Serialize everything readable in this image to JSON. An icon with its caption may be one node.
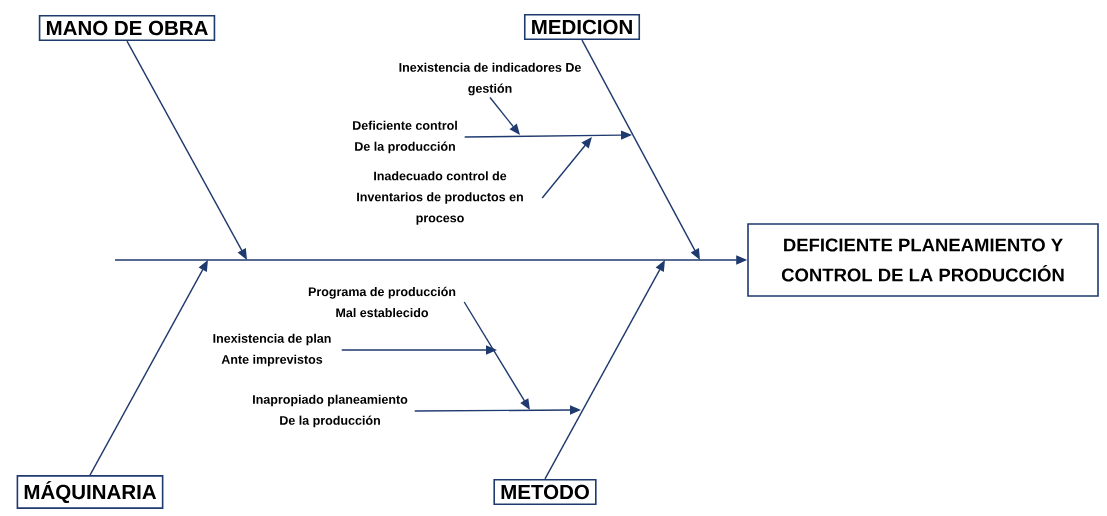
{
  "diagram": {
    "nodes": [
      {
        "text": [
          "MANO DE OBRA"
        ]
      },
      {
        "text": [
          "MEDICION"
        ]
      },
      {
        "text": [
          "DEFICIENTE PLANEAMIENTO Y CONTROL DE LA PRODUCCIÓN"
        ]
      },
      {
        "text": [
          "MÁQUINARIA"
        ]
      },
      {
        "text": [
          "METODO"
        ]
      },
      {
        "text": [
          "Inexistencia de indicadores De gestión"
        ]
      },
      {
        "text": [
          "Deficiente control De la producción"
        ]
      },
      {
        "text": [
          "Inadecuado control de Inventarios de productos en proceso"
        ]
      },
      {
        "text": [
          "Programa de producción Mal establecido"
        ]
      },
      {
        "text": [
          "Inexistencia de plan Ante imprevistos"
        ]
      },
      {
        "text": [
          "Inapropiado planeamiento De la producción"
        ]
      }
    ],
    "edges": [
      {
        "from": null,
        "to": 2,
        "arrow": "to"
      },
      {
        "from": 0,
        "to": null,
        "arrow": "to"
      },
      {
        "from": 1,
        "to": null,
        "arrow": "to"
      },
      {
        "from": 3,
        "to": null,
        "arrow": "to"
      },
      {
        "from": 4,
        "to": null,
        "arrow": "to"
      },
      {
        "from": 6,
        "to": null,
        "arrow": "to"
      },
      {
        "from": 5,
        "to": null,
        "arrow": "to"
      },
      {
        "from": 7,
        "to": null,
        "arrow": "to"
      },
      {
        "from": 9,
        "to": null,
        "arrow": "to"
      },
      {
        "from": 10,
        "to": null,
        "arrow": "to"
      },
      {
        "from": 8,
        "to": null,
        "arrow": "to"
      }
    ]
  }
}
